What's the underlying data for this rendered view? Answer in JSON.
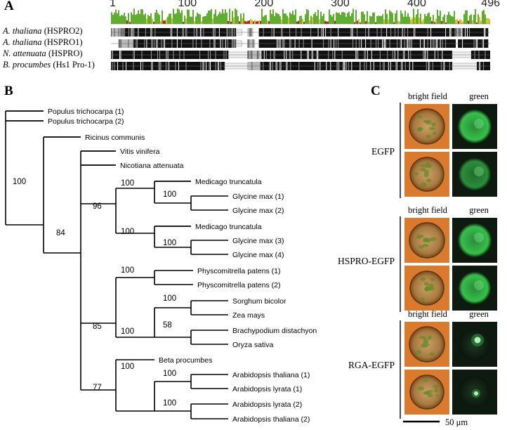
{
  "panels": {
    "a": "A",
    "b": "B",
    "c": "C"
  },
  "alignment": {
    "ruler": [
      {
        "value": 1,
        "pos": 0.0
      },
      {
        "value": 100,
        "pos": 0.199
      },
      {
        "value": 200,
        "pos": 0.401
      },
      {
        "value": 300,
        "pos": 0.602
      },
      {
        "value": 400,
        "pos": 0.804
      },
      {
        "value": 496,
        "pos": 1.0
      }
    ],
    "sequences": [
      {
        "species": "A. thaliana",
        "protein": "(HSPRO2)"
      },
      {
        "species": "A. thaliana",
        "protein": "(HSPRO1)"
      },
      {
        "species": "N. attenuata",
        "protein": "(HSPRO)"
      },
      {
        "species": "B. procumbes",
        "protein": "(Hs1 Pro-1)"
      }
    ],
    "colors": {
      "identity_high": "#5fae2e",
      "identity_mid": "#d8c228",
      "identity_low": "#c81e1e",
      "conserved": "#111111",
      "similar": "#b8b8b8",
      "gap": "#eeeeee"
    }
  },
  "tree": {
    "leaves": [
      "Populus trichocarpa (1)",
      "Populus trichocarpa (2)",
      "Ricinus communis",
      "Vitis vinifera",
      "Nicotiana attenuata",
      "Medicago truncatula",
      "Glycine max (1)",
      "Glycine max (2)",
      "Medicago truncatula",
      "Glycine max (3)",
      "Glycine max (4)",
      "Physcomitrella patens (1)",
      "Physcomitrella patens (2)",
      "Sorghum bicolor",
      "Zea mays",
      "Brachypodium distachyon",
      "Oryza sativa",
      "Beta procumbes",
      "Arabidopsis thaliana (1)",
      "Arabidopsis lyrata (1)",
      "Arabidopsis lyrata (2)",
      "Arabidopsis thaliana (2)"
    ],
    "bootstrap": [
      "100",
      "84",
      "96",
      "100",
      "100",
      "100",
      "100",
      "85",
      "100",
      "100",
      "100",
      "58",
      "77",
      "100",
      "100",
      "100"
    ]
  },
  "microscopy": {
    "col_headers": {
      "bright": "bright field",
      "green": "green"
    },
    "groups": [
      {
        "label": "EGFP"
      },
      {
        "label": "HSPRO-EGFP"
      },
      {
        "label": "RGA-EGFP"
      }
    ],
    "scale_bar": "50 μm",
    "colors": {
      "bright_bg": "#d97a2c",
      "green_bg": "#0e1a10",
      "green_signal": "#46d85a"
    }
  }
}
